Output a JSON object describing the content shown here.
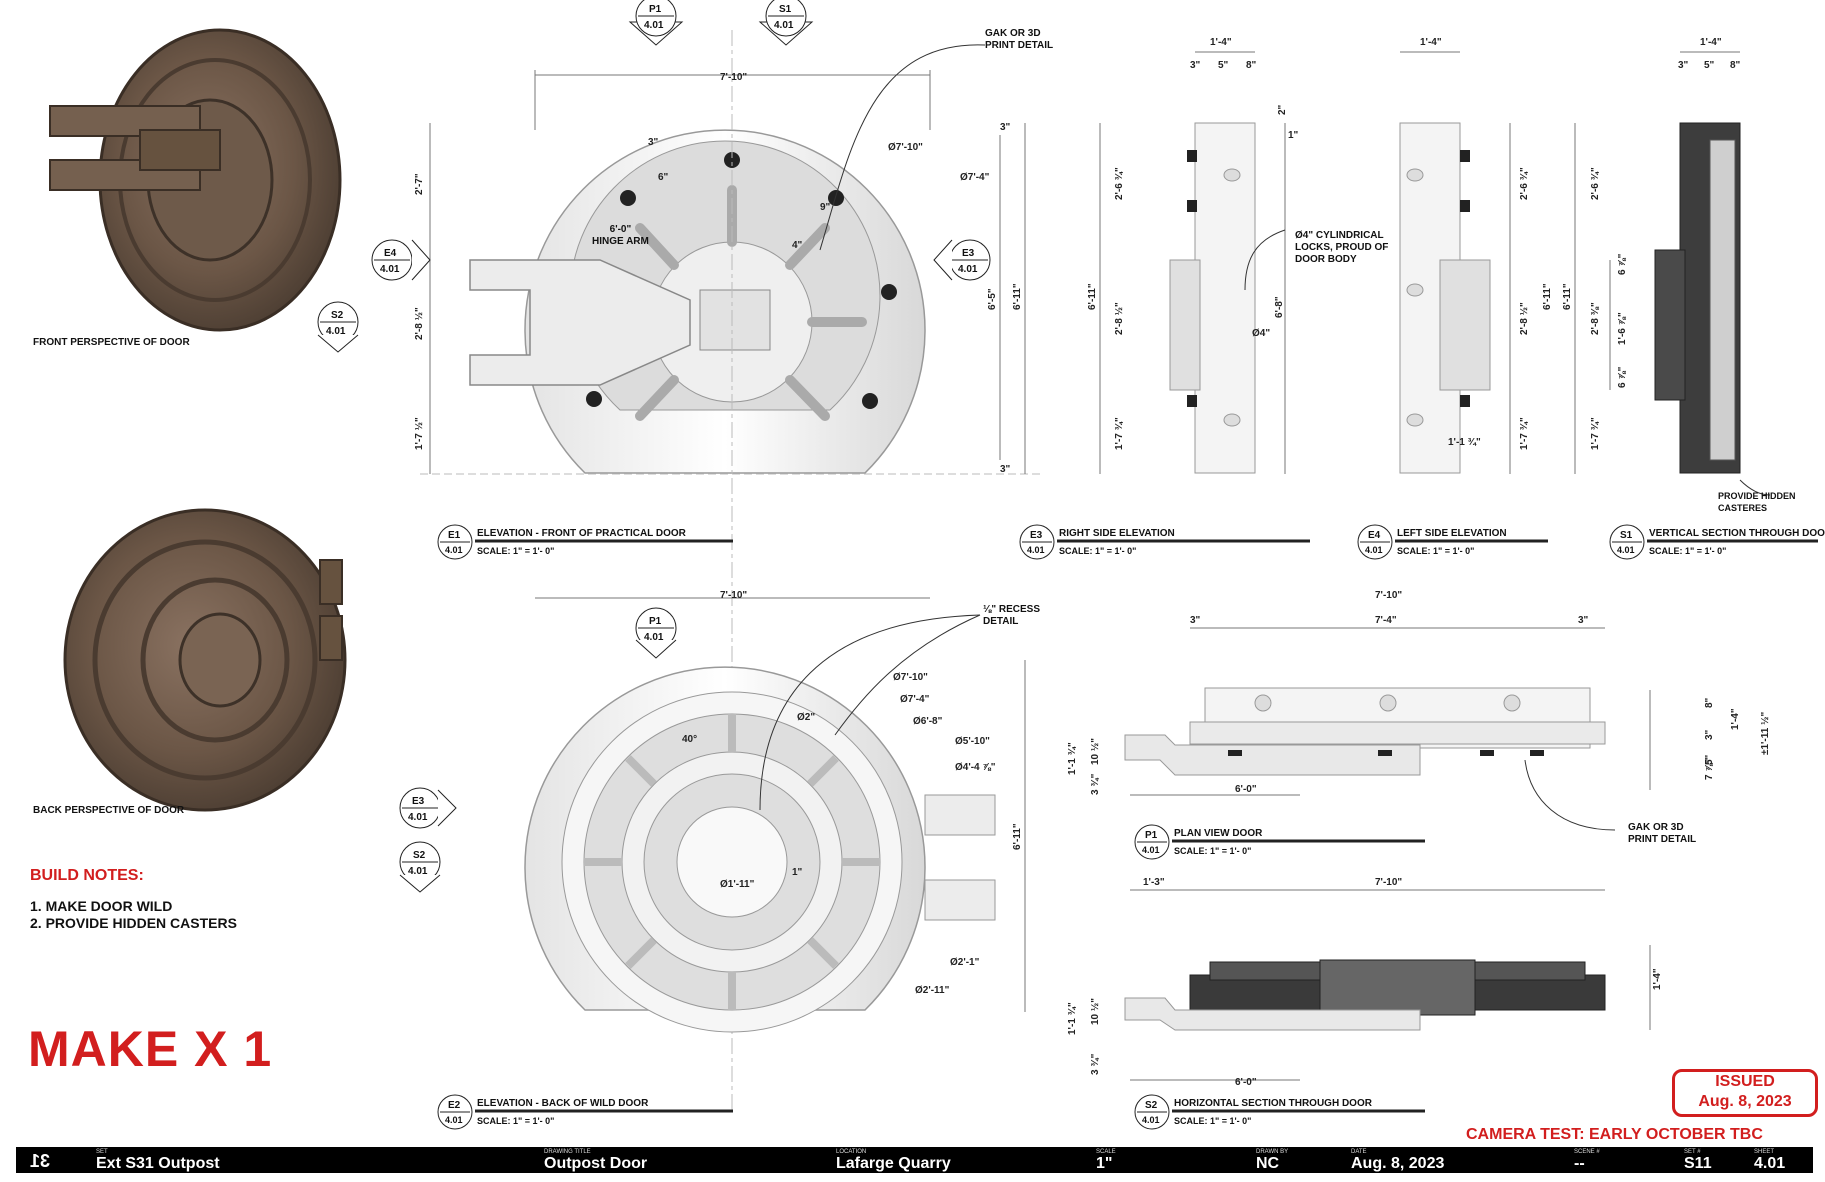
{
  "perspectives": {
    "front_label": "FRONT PERSPECTIVE OF DOOR",
    "back_label": "BACK PERSPECTIVE OF DOOR"
  },
  "build_notes": {
    "title": "BUILD NOTES:",
    "items": [
      "1. MAKE DOOR WILD",
      "2. PROVIDE HIDDEN CASTERS"
    ]
  },
  "make_label": "MAKE X 1",
  "callouts": {
    "p1_top": {
      "id": "P1",
      "sheet": "4.01"
    },
    "s1_top": {
      "id": "S1",
      "sheet": "4.01"
    },
    "e4": {
      "id": "E4",
      "sheet": "4.01"
    },
    "s2": {
      "id": "S2",
      "sheet": "4.01"
    },
    "e3": {
      "id": "E3",
      "sheet": "4.01"
    },
    "p1_mid": {
      "id": "P1",
      "sheet": "4.01"
    },
    "e3_left": {
      "id": "E3",
      "sheet": "4.01"
    },
    "s2_left": {
      "id": "S2",
      "sheet": "4.01"
    }
  },
  "view_titles": {
    "e1": {
      "id": "E1",
      "sheet": "4.01",
      "title": "ELEVATION - FRONT OF PRACTICAL DOOR",
      "scale": "SCALE: 1\" = 1'- 0\""
    },
    "e3": {
      "id": "E3",
      "sheet": "4.01",
      "title": "RIGHT SIDE ELEVATION",
      "scale": "SCALE: 1\" = 1'- 0\""
    },
    "e4": {
      "id": "E4",
      "sheet": "4.01",
      "title": "LEFT SIDE ELEVATION",
      "scale": "SCALE: 1\" = 1'- 0\""
    },
    "s1": {
      "id": "S1",
      "sheet": "4.01",
      "title": "VERTICAL SECTION THROUGH DOOR",
      "scale": "SCALE: 1\" = 1'- 0\""
    },
    "p1": {
      "id": "P1",
      "sheet": "4.01",
      "title": "PLAN VIEW DOOR",
      "scale": "SCALE: 1\" = 1'- 0\""
    },
    "e2": {
      "id": "E2",
      "sheet": "4.01",
      "title": "ELEVATION - BACK OF WILD DOOR",
      "scale": "SCALE: 1\" = 1'- 0\""
    },
    "s2": {
      "id": "S2",
      "sheet": "4.01",
      "title": "HORIZONTAL SECTION THROUGH DOOR",
      "scale": "SCALE: 1\" = 1'- 0\""
    }
  },
  "notes": {
    "gak_top": "GAK OR 3D\nPRINT DETAIL",
    "hinge_arm": "6'-0\"\nHINGE ARM",
    "locks": "Ø4\" CYLINDRICAL\nLOCKS, PROUD OF\nDOOR BODY",
    "casters": "PROVIDE HIDDEN\nCASTERES",
    "recess": "⅛\" RECESS\nDETAIL",
    "gak_bottom": "GAK OR 3D\nPRINT DETAIL"
  },
  "dims": {
    "e1": {
      "w": "7'-10\"",
      "d1": "Ø7'-10\"",
      "d2": "Ø7'-4\"",
      "h1": "2'-7\"",
      "h2": "2'-8 ½\"",
      "h3": "1'-7 ½\"",
      "h_total": "6'-5\"",
      "h_overall": "6'-11\"",
      "top": "3\"",
      "bottom": "3\"",
      "bolt": "9\"",
      "small": "4\"",
      "c1": "3\"",
      "c2": "6\""
    },
    "e3": {
      "w": "1'-4\"",
      "a": "3\"",
      "b": "5\"",
      "c": "8\"",
      "h_overall": "6'-11\"",
      "h1": "2'-6 ¾\"",
      "h2": "2'-8 ½\"",
      "h3": "1'-7 ¾\"",
      "h4": "6'-8\"",
      "t1": "2\"",
      "t2": "1\"",
      "lock": "Ø4\""
    },
    "e4": {
      "w": "1'-4\"",
      "h1": "2'-6 ¾\"",
      "h2": "2'-8 ½\"",
      "h3": "1'-7 ¾\"",
      "h_overall": "6'-11\"",
      "base": "1'-1 ¾\""
    },
    "s1": {
      "w": "1'-4\"",
      "a": "3\"",
      "b": "5\"",
      "c": "8\"",
      "h_overall": "6'-11\"",
      "h1": "2'-6 ¾\"",
      "h2": "2'-8 ⅜\"",
      "h3": "1'-7 ¾\"",
      "x1": "6 ⅞\"",
      "x2": "1'-6 ⅞\"",
      "x3": "6 ⅞\""
    },
    "e2": {
      "w": "7'-10\"",
      "d1": "Ø7'-10\"",
      "d2": "Ø7'-4\"",
      "d3": "Ø6'-8\"",
      "d4": "Ø5'-10\"",
      "d5": "Ø4'-4 ⅞\"",
      "d6": "Ø2'-1\"",
      "d7": "Ø2'-11\"",
      "d8": "Ø1'-11\"",
      "d9": "Ø2\"",
      "ang": "40°",
      "gap": "1\"",
      "h_overall": "6'-11\""
    },
    "p1": {
      "w": "7'-10\"",
      "inner": "7'-4\"",
      "l": "3\"",
      "r": "3\"",
      "arm": "6'-0\"",
      "v1": "8\"",
      "v2": "3\"",
      "v3": "5\"",
      "v4": "7 ⅞\"",
      "v5": "1'-4\"",
      "v6": "±1'-11 ½\"",
      "s1": "1'-1 ¾\"",
      "s2": "10 ½\"",
      "s3": "3 ¾\""
    },
    "s2": {
      "w": "7'-10\"",
      "off": "1'-3\"",
      "arm": "6'-0\"",
      "h": "1'-4\"",
      "s1": "1'-1 ¾\"",
      "s2": "10 ½\"",
      "s3": "3 ¾\""
    }
  },
  "issued": {
    "line1": "ISSUED",
    "line2": "Aug. 8, 2023"
  },
  "camera_test": "CAMERA TEST: EARLY OCTOBER TBC",
  "title_block": {
    "mirror": "31",
    "set_key": "SET",
    "set": "Ext S31 Outpost",
    "drawing_key": "DRAWING TITLE",
    "drawing": "Outpost Door",
    "location_key": "LOCATION",
    "location": "Lafarge Quarry",
    "scale_key": "SCALE",
    "scale": "1\"",
    "drawn_key": "DRAWN BY",
    "drawn": "NC",
    "date_key": "DATE",
    "date": "Aug. 8, 2023",
    "scene_key": "SCENE #",
    "scene": "--",
    "setno_key": "SET #",
    "setno": "S11",
    "sheet_key": "SHEET",
    "sheet": "4.01"
  }
}
